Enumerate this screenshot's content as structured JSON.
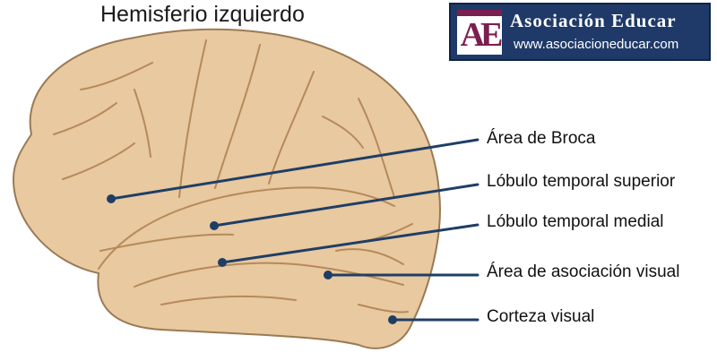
{
  "title": "Hemisferio izquierdo",
  "logo": {
    "mark": "AE",
    "name": "Asociación Educar",
    "url": "www.asociacioneducar.com"
  },
  "colors": {
    "brain_fill": "#e8c9a0",
    "brain_outline": "#9a7a55",
    "sulci": "#b7895a",
    "pointer": "#1f3e66",
    "logo_bg": "#1f3a68",
    "logo_accent": "#7a1f4f"
  },
  "labels": [
    {
      "text": "Área de Broca"
    },
    {
      "text": "Lóbulo temporal superior"
    },
    {
      "text": "Lóbulo temporal medial"
    },
    {
      "text": "Área de asociación visual"
    },
    {
      "text": "Corteza visual"
    }
  ]
}
